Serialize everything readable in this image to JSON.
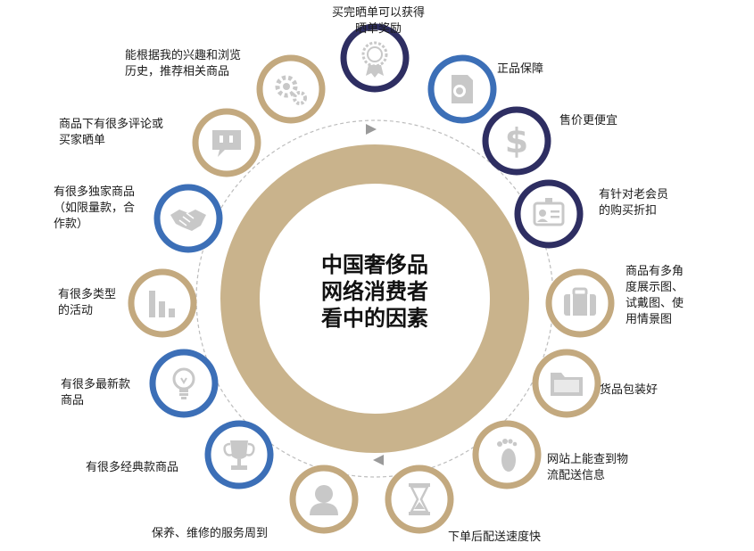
{
  "center": {
    "title": "中国奢侈品\n网络消费者\n看中的因素"
  },
  "colors": {
    "gold": "#C3A97F",
    "navy": "#2E2E62",
    "blue": "#3C6FB7",
    "ring": "#C9B38C",
    "icon": "#C8C8C8"
  },
  "factors": [
    {
      "label": "买完晒单可以获得\n晒单奖励",
      "color": "navy",
      "icon": "award-medal-icon"
    },
    {
      "label": "正品保障",
      "color": "blue",
      "icon": "certificate-icon"
    },
    {
      "label": "售价更便宜",
      "color": "navy",
      "icon": "dollar-icon"
    },
    {
      "label": "有针对老会员\n的购买折扣",
      "color": "navy",
      "icon": "member-card-icon"
    },
    {
      "label": "商品有多角\n度展示图、\n试戴图、使\n用情景图",
      "color": "gold",
      "icon": "briefcase-icon"
    },
    {
      "label": "货品包装好",
      "color": "gold",
      "icon": "folder-icon"
    },
    {
      "label": "网站上能查到物\n流配送信息",
      "color": "gold",
      "icon": "footprint-icon"
    },
    {
      "label": "下单后配送速度快",
      "color": "gold",
      "icon": "hourglass-icon"
    },
    {
      "label": "保养、维修的服务周到",
      "color": "gold",
      "icon": "service-person-icon"
    },
    {
      "label": "有很多经典款商品",
      "color": "blue",
      "icon": "trophy-icon"
    },
    {
      "label": "有很多最新款\n商品",
      "color": "blue",
      "icon": "lightbulb-icon"
    },
    {
      "label": "有很多类型\n的活动",
      "color": "gold",
      "icon": "bar-chart-icon"
    },
    {
      "label": "有很多独家商品\n（如限量款，合\n作款）",
      "color": "blue",
      "icon": "handshake-icon"
    },
    {
      "label": "商品下有很多评论或\n买家晒单",
      "color": "gold",
      "icon": "comment-icon"
    },
    {
      "label": "能根据我的兴趣和浏览\n历史，推荐相关商品",
      "color": "gold",
      "icon": "gears-icon"
    }
  ]
}
